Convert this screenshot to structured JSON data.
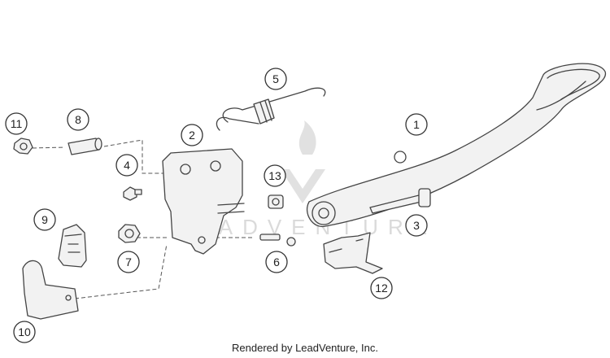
{
  "diagram": {
    "callouts": [
      {
        "id": "1",
        "label": "1"
      },
      {
        "id": "2",
        "label": "2"
      },
      {
        "id": "3",
        "label": "3"
      },
      {
        "id": "4",
        "label": "4"
      },
      {
        "id": "5",
        "label": "5"
      },
      {
        "id": "6",
        "label": "6"
      },
      {
        "id": "7",
        "label": "7"
      },
      {
        "id": "8",
        "label": "8"
      },
      {
        "id": "9",
        "label": "9"
      },
      {
        "id": "10",
        "label": "10"
      },
      {
        "id": "11",
        "label": "11"
      },
      {
        "id": "12",
        "label": "12"
      },
      {
        "id": "13",
        "label": "13"
      }
    ],
    "watermark": "LEADVENTURE",
    "watermark_logo": "leadventure-flame-logo"
  },
  "footer": {
    "credit": "Rendered by LeadVenture, Inc."
  }
}
